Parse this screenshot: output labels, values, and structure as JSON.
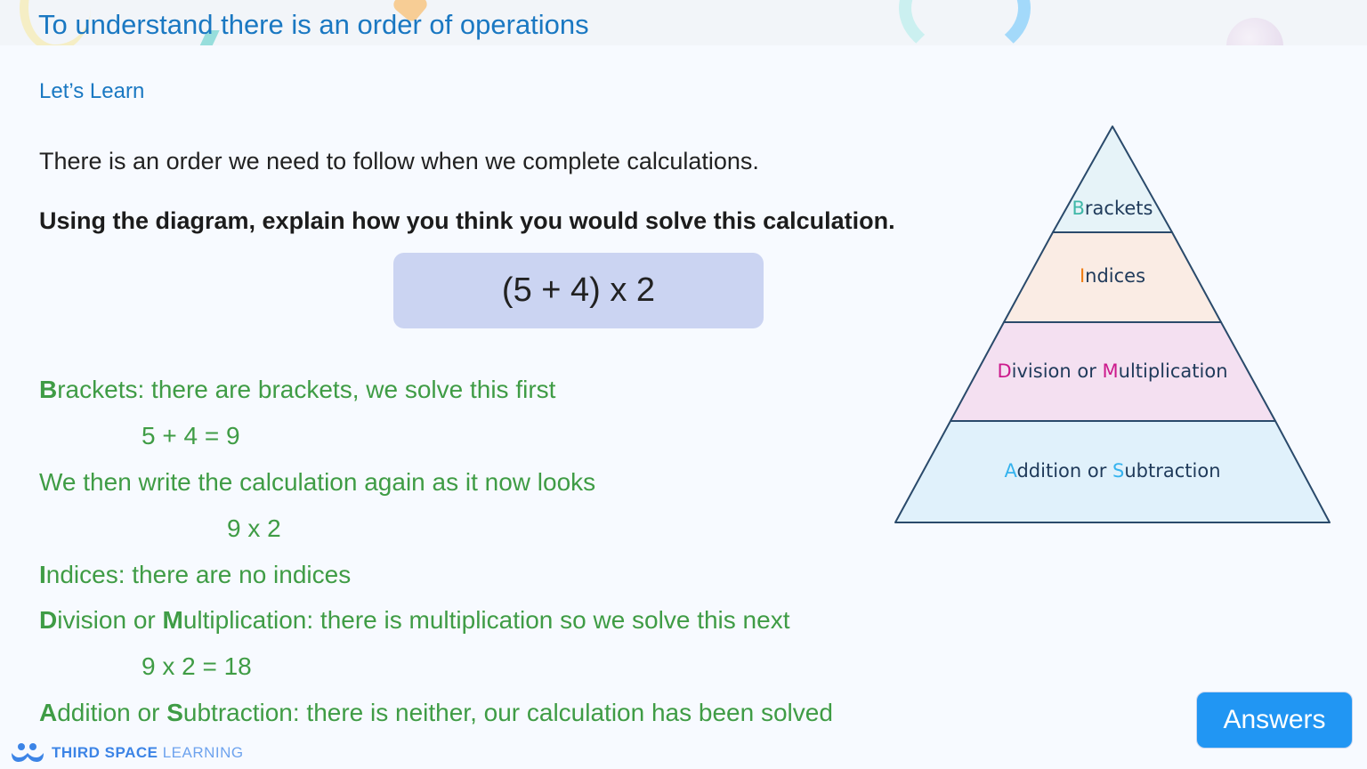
{
  "header": {
    "title": "To understand there is an order of operations"
  },
  "section": {
    "label": "Let’s Learn",
    "intro": "There is an order we need to follow when we complete calculations.",
    "prompt": "Using the diagram, explain how you think you would solve this calculation."
  },
  "calculation": {
    "expression": "(5 + 4) x 2"
  },
  "steps": [
    {
      "initial": "B",
      "rest": "rackets: there are brackets, we solve this first"
    },
    {
      "text": "5 + 4 = 9"
    },
    {
      "text": "We then write the calculation again as it now looks"
    },
    {
      "text": "9 x 2"
    },
    {
      "initial": "I",
      "rest": "ndices: there are no indices"
    },
    {
      "initial": "D",
      "mid": "ivision or ",
      "initial2": "M",
      "rest": "ultiplication: there is multiplication so we solve this next"
    },
    {
      "text": "9 x 2 = 18"
    },
    {
      "initial": "A",
      "mid": "ddition or ",
      "initial2": "S",
      "rest": "ubtraction: there is neither, our calculation has been solved"
    }
  ],
  "pyramid": {
    "levels": [
      {
        "initial": "B",
        "rest": "rackets",
        "fill": "#e6f3f8",
        "initial_color": "#3fb8a8"
      },
      {
        "initial": "I",
        "rest": "ndices",
        "fill": "#faece4",
        "initial_color": "#f07d12"
      },
      {
        "initial": "D",
        "mid": "ivision or ",
        "initial2": "M",
        "rest": "ultiplication",
        "fill": "#f4e0f1",
        "initial_color": "#cc1a8c"
      },
      {
        "initial": "A",
        "mid": "ddition or ",
        "initial2": "S",
        "rest": "ubtraction",
        "fill": "#e0f1fb",
        "initial_color": "#35b3ee"
      }
    ],
    "stroke": "#2a4a6b"
  },
  "footer": {
    "brand_bold": "THIRD SPACE",
    "brand_light": "LEARNING"
  },
  "answers_button": {
    "label": "Answers"
  },
  "colors": {
    "title": "#1a78c2",
    "step_text": "#3f9c45",
    "button": "#2196f3",
    "calc_box": "#cbd4f2"
  }
}
